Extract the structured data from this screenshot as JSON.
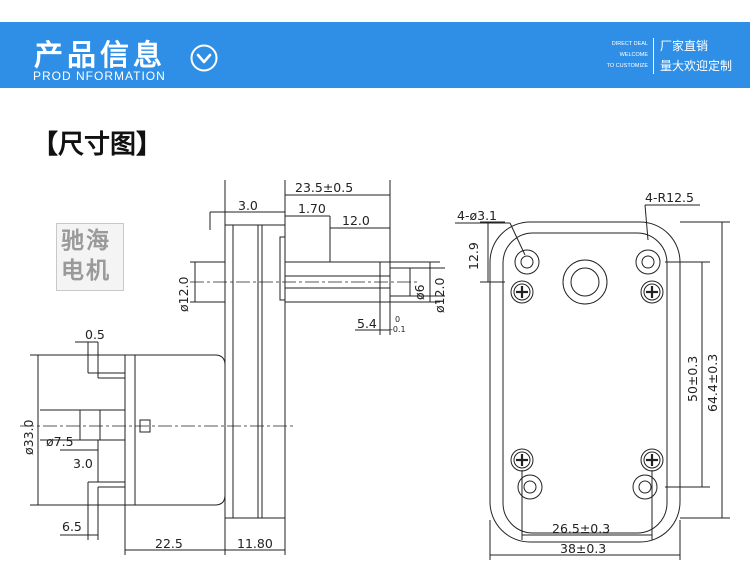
{
  "banner": {
    "title_cn": "产品信息",
    "title_en": "PROD NFORMATION",
    "chevron_icon": "chevron-down-circle-icon",
    "right_en": [
      "DIRECT DEAL",
      "WELCOME",
      "TO CUSTOMIZE"
    ],
    "right_cn": [
      "厂家直销",
      "量大欢迎定制"
    ],
    "color": "#2f8fe6"
  },
  "section": {
    "heading": "【尺寸图】"
  },
  "stamp": {
    "text": "驰海电机"
  },
  "side_view": {
    "dims": {
      "d_23_5": "23.5±0.5",
      "d_3_0_top": "3.0",
      "d_1_70": "1.70",
      "d_12_0_h": "12.0",
      "d_12_0_dia": "ø12.0",
      "d_6_dia": "ø6",
      "d_12_0_dia_r": "ø12.0",
      "d_5_4": "5.4",
      "d_5_4_tol_top": "0",
      "d_5_4_tol_bottom": "-0.1",
      "d_0_5": "0.5",
      "d_33_0": "ø33.0",
      "d_7_5": "ø7.5",
      "d_3_0_mid": "3.0",
      "d_6_5": "6.5",
      "d_22_5": "22.5",
      "d_11_80": "11.80"
    }
  },
  "front_view": {
    "dims": {
      "holes": "4-ø3.1",
      "radius": "4-R12.5",
      "d_12_9": "12.9",
      "d_50": "50±0.3",
      "d_64_4": "64.4±0.3",
      "d_26_5": "26.5±0.3",
      "d_38": "38±0.3"
    }
  }
}
